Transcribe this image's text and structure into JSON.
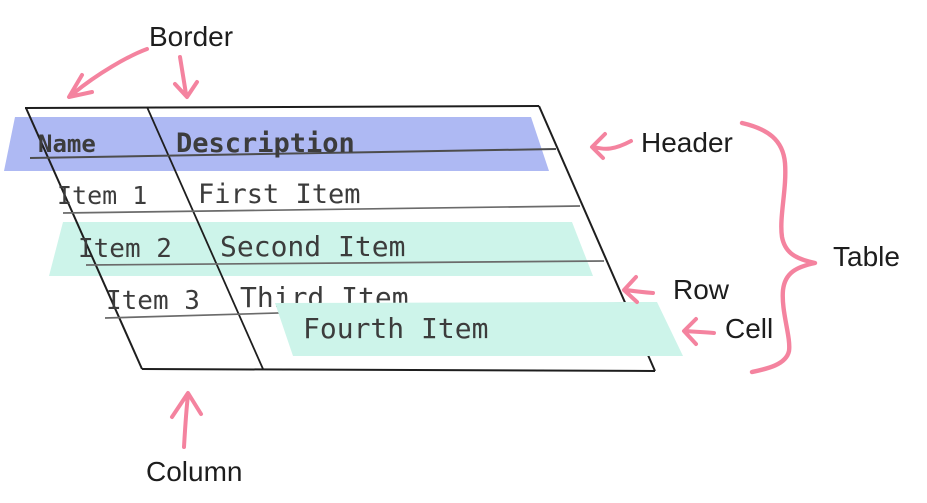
{
  "labels": {
    "border": "Border",
    "header": "Header",
    "table": "Table",
    "row": "Row",
    "cell": "Cell",
    "column": "Column"
  },
  "table": {
    "header": [
      "Name",
      "Description"
    ],
    "rows": [
      [
        "Item 1",
        "First Item"
      ],
      [
        "Item 2",
        "Second Item"
      ],
      [
        "Item 3",
        "Third Item"
      ],
      [
        "",
        "Fourth Item"
      ]
    ]
  },
  "colors": {
    "header_highlight": "#AEB9F3",
    "row_highlight": "#CDF4EA",
    "cell_highlight": "#CDF4EA",
    "annotation_pink": "#F4839F",
    "table_border": "#1E1E1E",
    "header_line": "#4D4D4D",
    "row_line": "#6B6B6B",
    "table_text": "#3C3C3C",
    "label_text": "#1D1D1D"
  }
}
